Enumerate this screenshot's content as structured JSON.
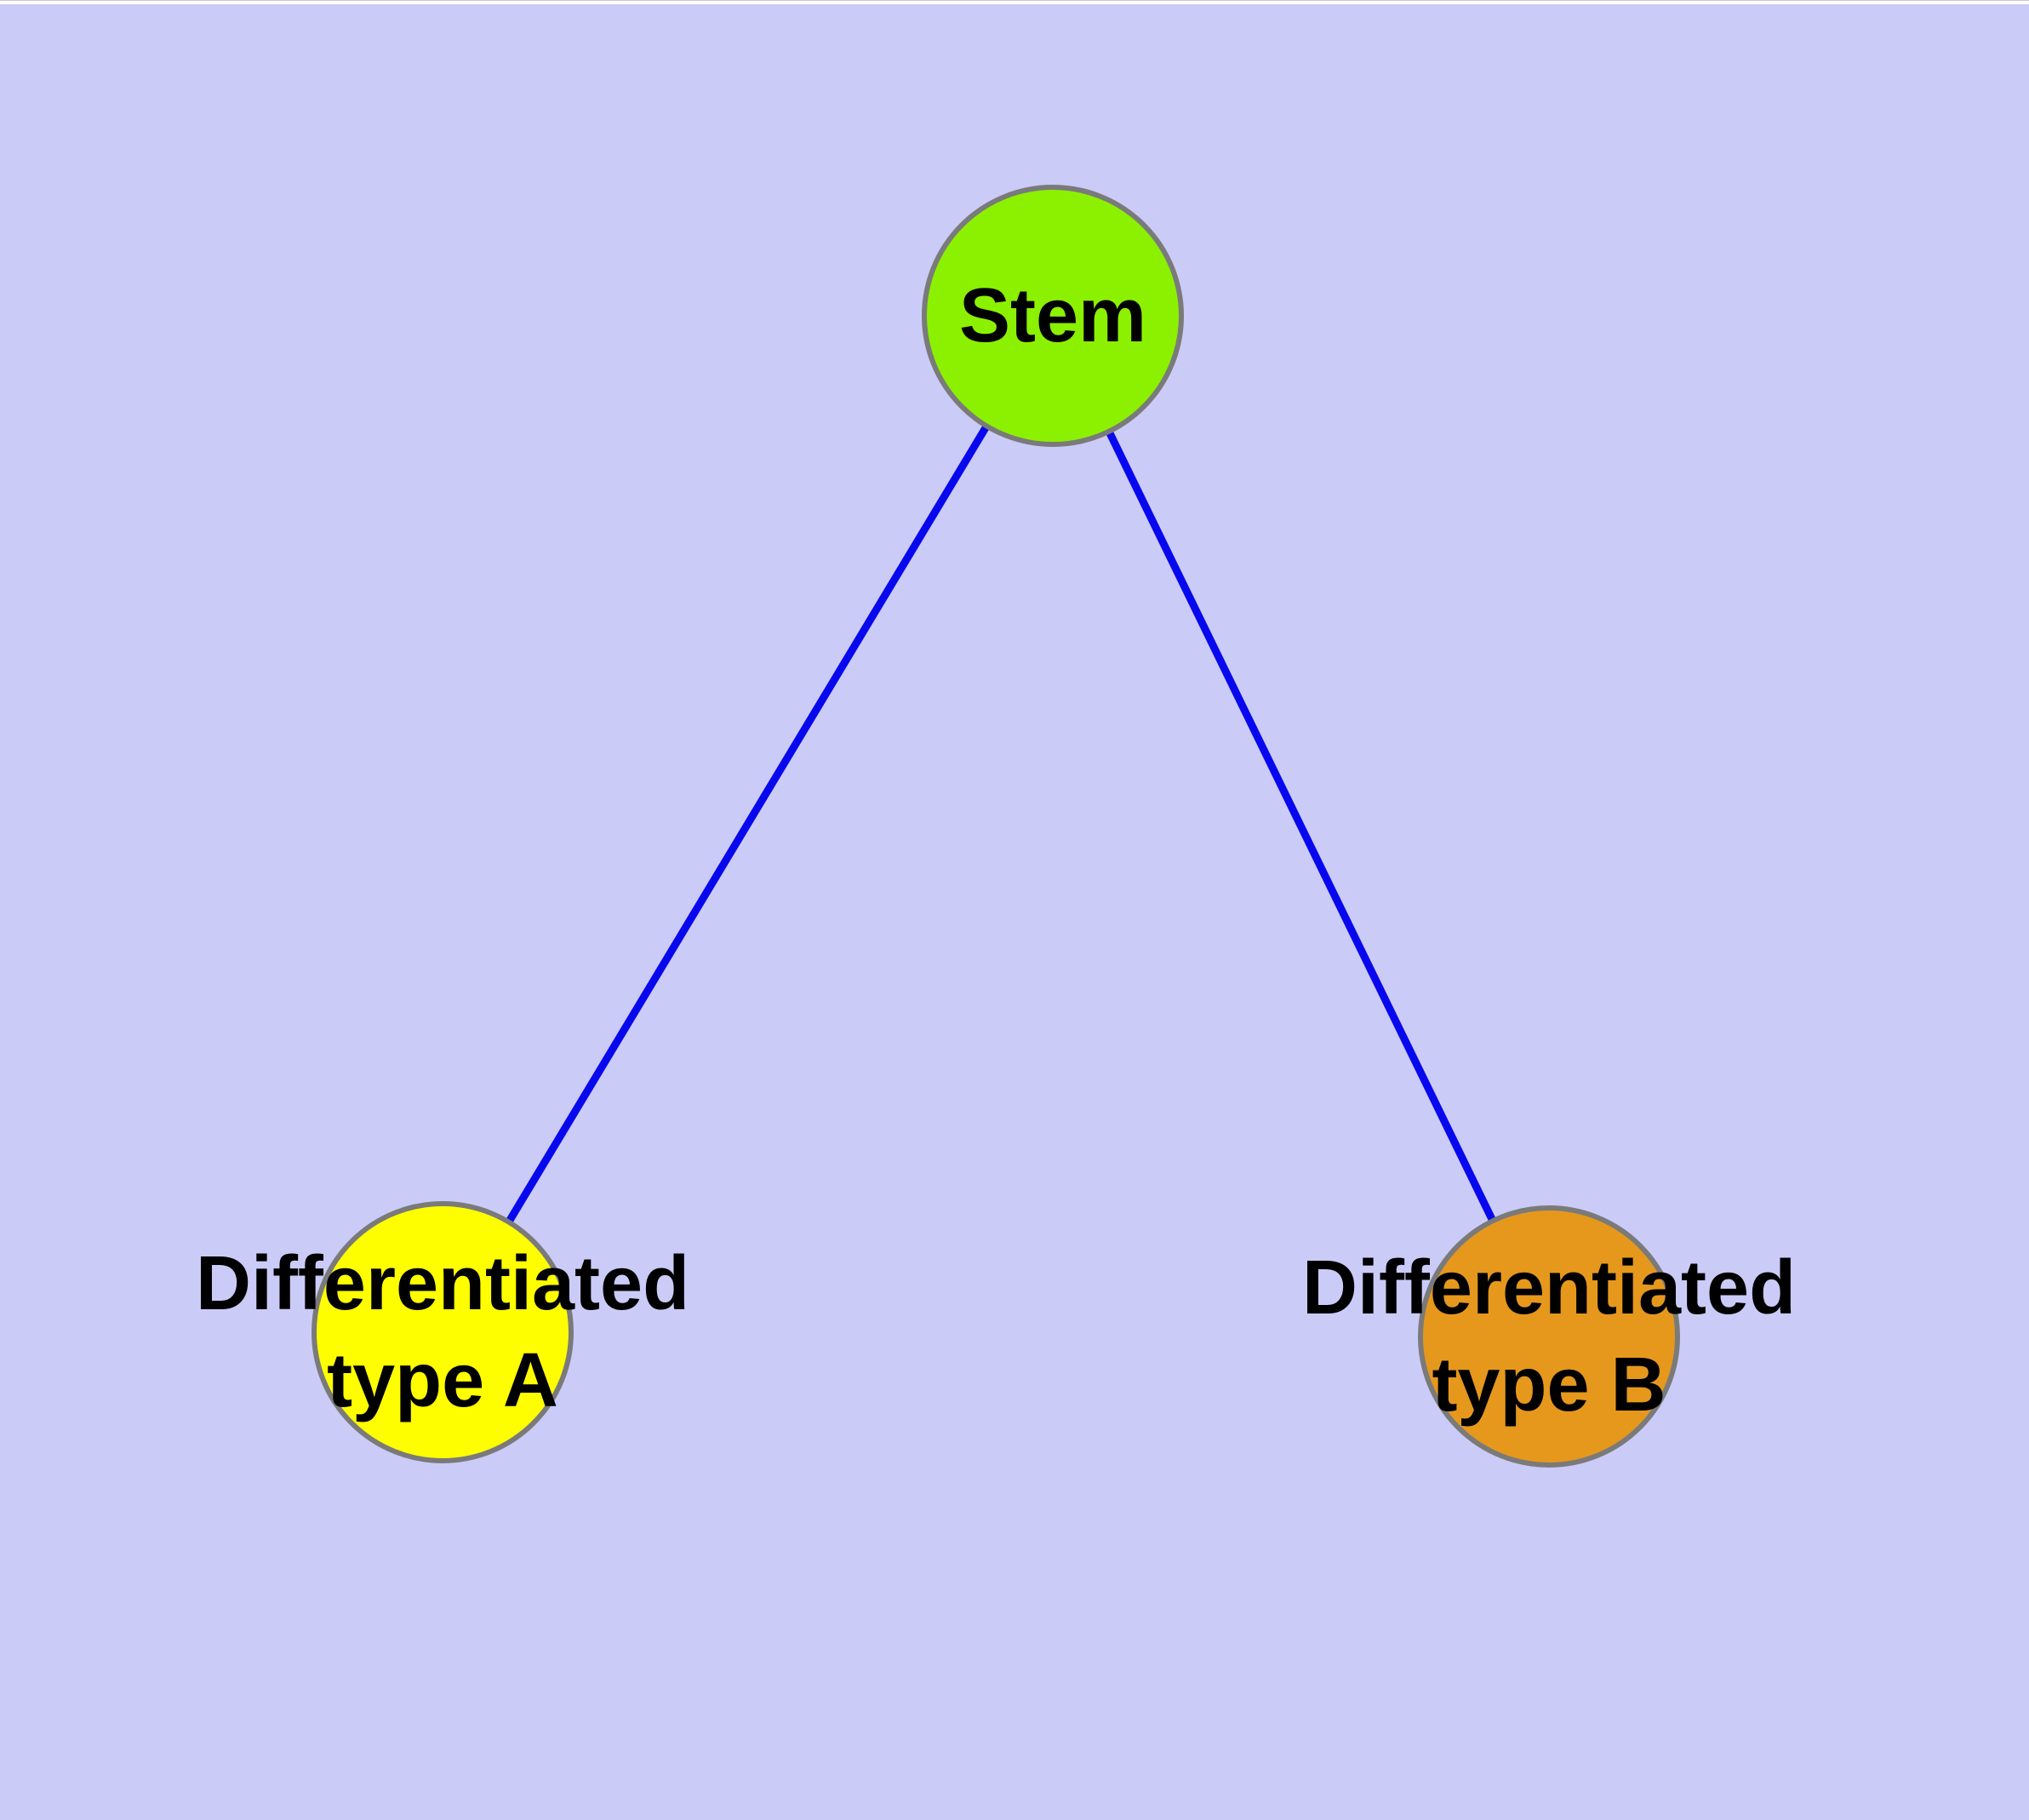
{
  "window": {
    "top_border_color": "#ffffff"
  },
  "canvas": {
    "background": "#cbcbf8"
  },
  "graph": {
    "type": "node-link-diagram",
    "direction": "stem cell differentiation tree, root on top",
    "edge_color": "#0808ee",
    "node_border_color": "#7a7a7a",
    "label_color": "#000000",
    "nodes": {
      "stem": {
        "label": "Stem",
        "fill": "#8bf101"
      },
      "typeA": {
        "label_line1": "Differentiated",
        "label_line2": "type A",
        "fill": "#fefe00"
      },
      "typeB": {
        "label_line1": "Differentiated",
        "label_line2": "type B",
        "fill": "#e6981d"
      }
    },
    "edges": [
      {
        "from": "Stem",
        "to": "Differentiated type A"
      },
      {
        "from": "Stem",
        "to": "Differentiated type B"
      }
    ]
  }
}
